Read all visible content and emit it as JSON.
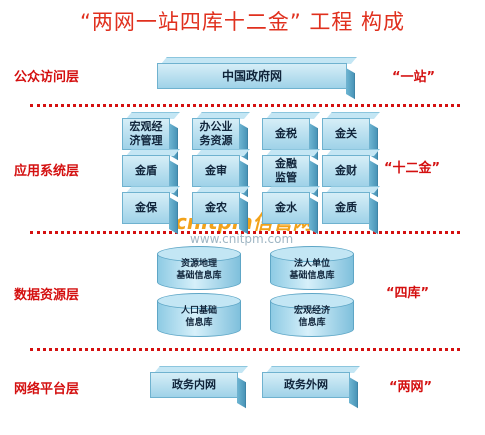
{
  "title": "“两网一站四库十二金” 工程 构成",
  "layers": {
    "access": {
      "label": "公众访问层",
      "quote": "“一站”"
    },
    "application": {
      "label": "应用系统层",
      "quote": "“十二金”"
    },
    "data": {
      "label": "数据资源层",
      "quote": "“四库”"
    },
    "network": {
      "label": "网络平台层",
      "quote": "“两网”"
    }
  },
  "portal": "中国政府网",
  "apps": [
    [
      "宏观经\n济管理",
      "办公业\n务资源",
      "金税",
      "金关"
    ],
    [
      "金盾",
      "金审",
      "金融\n监管",
      "金财"
    ],
    [
      "金保",
      "金农",
      "金水",
      "金质"
    ]
  ],
  "databases": [
    "资源地理\n基础信息库",
    "法人单位\n基础信息库",
    "人口基础\n信息库",
    "宏观经济\n信息库"
  ],
  "networks": [
    "政务内网",
    "政务外网"
  ],
  "watermark": {
    "brand": "cnitpm信管网",
    "url": "www.cnitpm.com"
  },
  "colors": {
    "accent": "#d41010",
    "box": "#9fd2e8",
    "title": "#e0301e"
  }
}
